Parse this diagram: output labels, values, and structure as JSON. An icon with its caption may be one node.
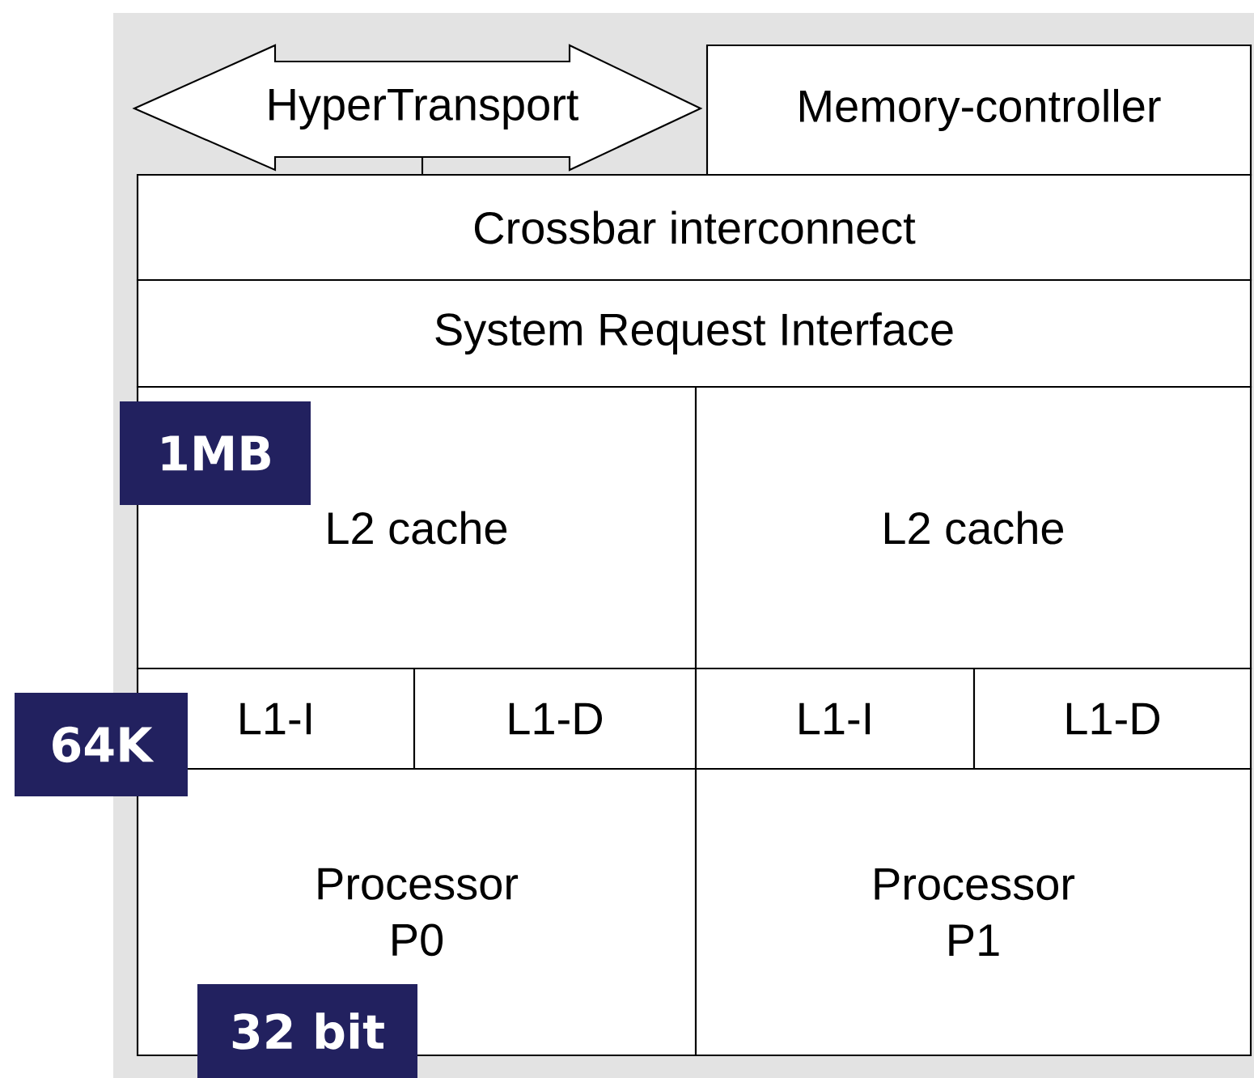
{
  "diagram": {
    "nodes": [
      {
        "text": [
          "HyperTransport"
        ]
      },
      {
        "text": [
          "Memory-controller"
        ]
      },
      {
        "text": [
          "Crossbar interconnect"
        ]
      },
      {
        "text": [
          "System Request Interface"
        ]
      },
      {
        "text": [
          "L2 cache"
        ]
      },
      {
        "text": [
          "L2 cache"
        ]
      },
      {
        "text": [
          "L1-I"
        ]
      },
      {
        "text": [
          "L1-D"
        ]
      },
      {
        "text": [
          "L1-I"
        ]
      },
      {
        "text": [
          "L1-D"
        ]
      },
      {
        "text": [
          "Processor P0"
        ]
      },
      {
        "text": [
          "Processor P1"
        ]
      },
      {
        "text": [
          "1MB"
        ]
      },
      {
        "text": [
          "64K"
        ]
      },
      {
        "text": [
          "32 bit"
        ]
      }
    ],
    "edges": [
      {
        "from": 0,
        "to": 2,
        "arrow": "none"
      }
    ]
  }
}
